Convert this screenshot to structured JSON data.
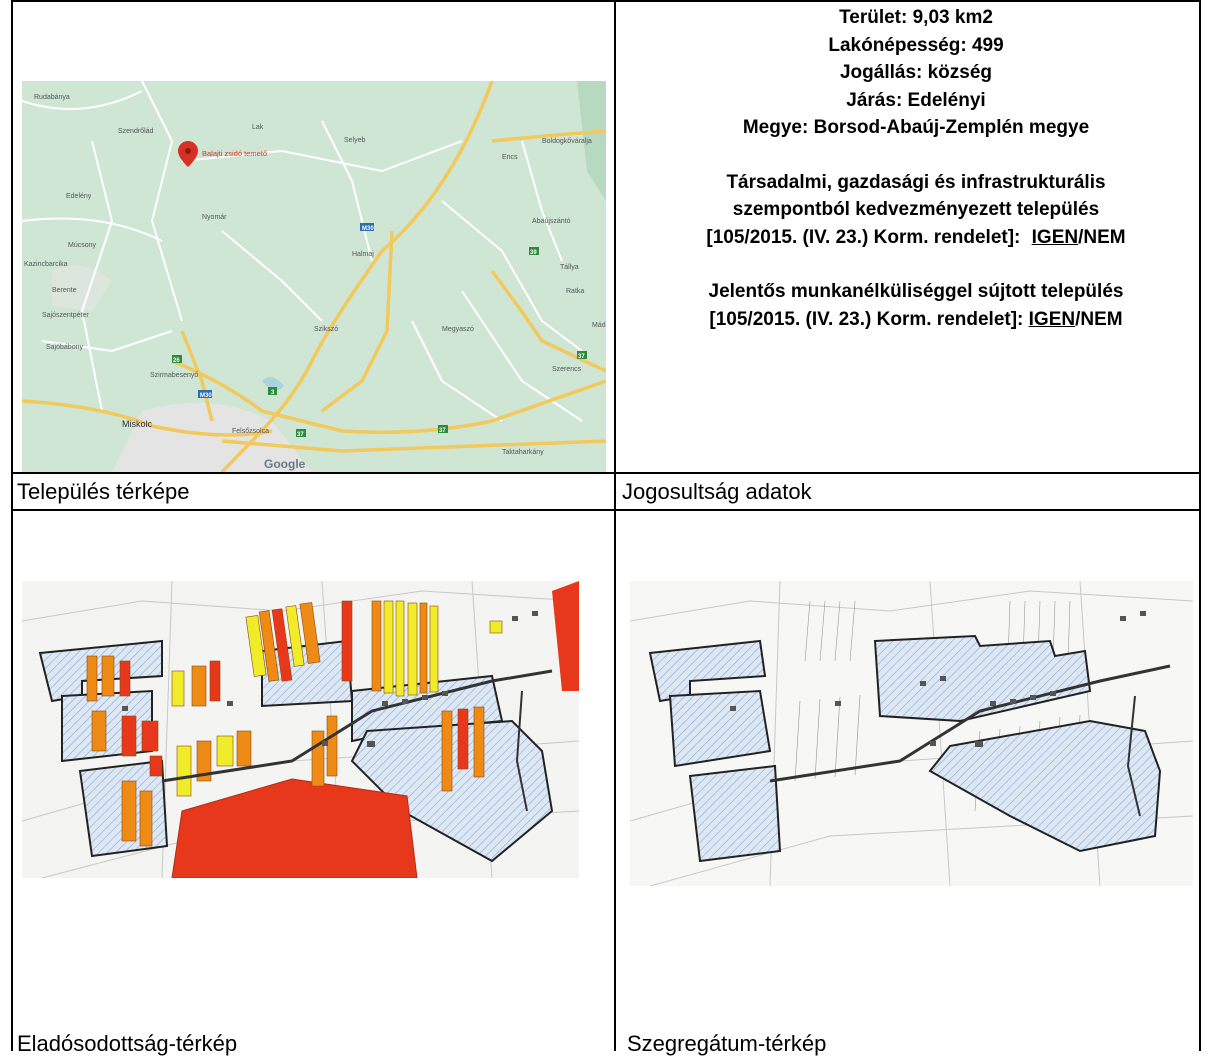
{
  "info": {
    "area": "Terület: 9,03 km2",
    "population": "Lakónépesség: 499",
    "status": "Jogállás: község",
    "district": "Járás: Edelényi",
    "county": "Megye: Borsod-Abaúj-Zemplén megye",
    "favored_line1": "Társadalmi, gazdasági és infrastrukturális",
    "favored_line2": "szempontból kedvezményezett település",
    "favored_line3": "[105/2015. (IV. 23.) Korm. rendelet]: ",
    "unemployment_line1": "Jelentős munkanélküliséggel sújtott település",
    "unemployment_line2": "[105/2015. (IV. 23.) Korm. rendelet]: ",
    "yes": "IGEN",
    "slash_no": "/NEM"
  },
  "labels": {
    "settlement_map": "Település térképe",
    "eligibility_data": "Jogosultság adatok",
    "debt_map": "Eladósodottság-térkép",
    "segregation_map": "Szegregátum-térkép"
  },
  "location_map": {
    "pin_label": "Balajti zsidó temető",
    "places": [
      "Rudabánya",
      "Szendrőlád",
      "Lak",
      "Selyeb",
      "Encs",
      "Boldogkőváralja",
      "Edelény",
      "Nyomár",
      "Múcsony",
      "Kazincbarcika",
      "Berente",
      "Abaújszántó",
      "Halmaj",
      "Sajószentpéter",
      "Tállya",
      "Ratka",
      "Szikszó",
      "Megyaszó",
      "Sajóbábony",
      "Szerencs",
      "Szirmabesenyő",
      "Miskolc",
      "Felsőzsolca",
      "Taktaharkány",
      "Mád"
    ],
    "road_labels": [
      "M30",
      "M30",
      "3",
      "26",
      "37",
      "37",
      "39",
      "37"
    ],
    "brand": "Google",
    "colors": {
      "land": "#cfe6d5",
      "road": "#f2c95c",
      "pin": "#d93025",
      "urban": "#e4e4e4"
    }
  },
  "debt_map_colors": {
    "red": "#e8381c",
    "orange": "#ee8a16",
    "yellow": "#f1ec2a",
    "hatch": "#c8daf0"
  },
  "segregation_map_colors": {
    "hatch": "#c8daf0",
    "outline": "#222222"
  }
}
